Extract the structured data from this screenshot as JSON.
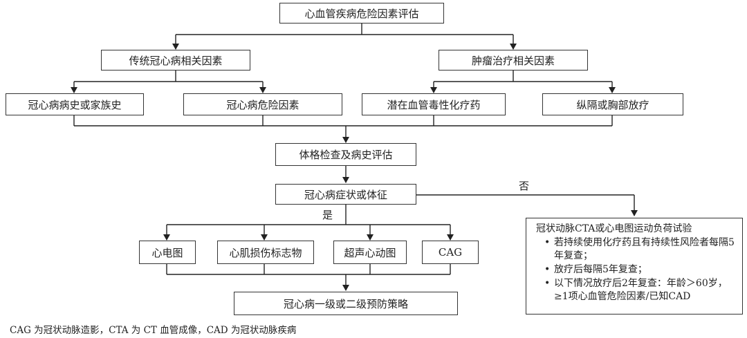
{
  "flowchart": {
    "root": "心血管疾病危险因素评估",
    "branch_left": "传统冠心病相关因素",
    "branch_right": "肿瘤治疗相关因素",
    "leaf_history": "冠心病病史或家族史",
    "leaf_risk": "冠心病危险因素",
    "leaf_drugs": "潜在血管毒性化疗药",
    "leaf_radiation": "纵隔或胸部放疗",
    "exam": "体格检查及病史评估",
    "symptoms": "冠心病症状或体征",
    "yes_label": "是",
    "no_label": "否",
    "test_ecg": "心电图",
    "test_markers": "心肌损伤标志物",
    "test_echo": "超声心动图",
    "test_cag": "CAG",
    "prevention": "冠心病一级或二级预防策略"
  },
  "side_panel": {
    "heading": "冠状动脉CTA或心电图运动负荷试验",
    "bullet": "•",
    "items": [
      "若持续使用化疗药且有持续性风险者每隔5年复查；",
      "放疗后每隔5年复查；",
      "以下情况放疗后2年复查：年龄＞60岁，≥1项心血管危险因素/已知CAD"
    ]
  },
  "footnote": "CAG 为冠状动脉造影，CTA 为 CT 血管成像，CAD 为冠状动脉疾病"
}
